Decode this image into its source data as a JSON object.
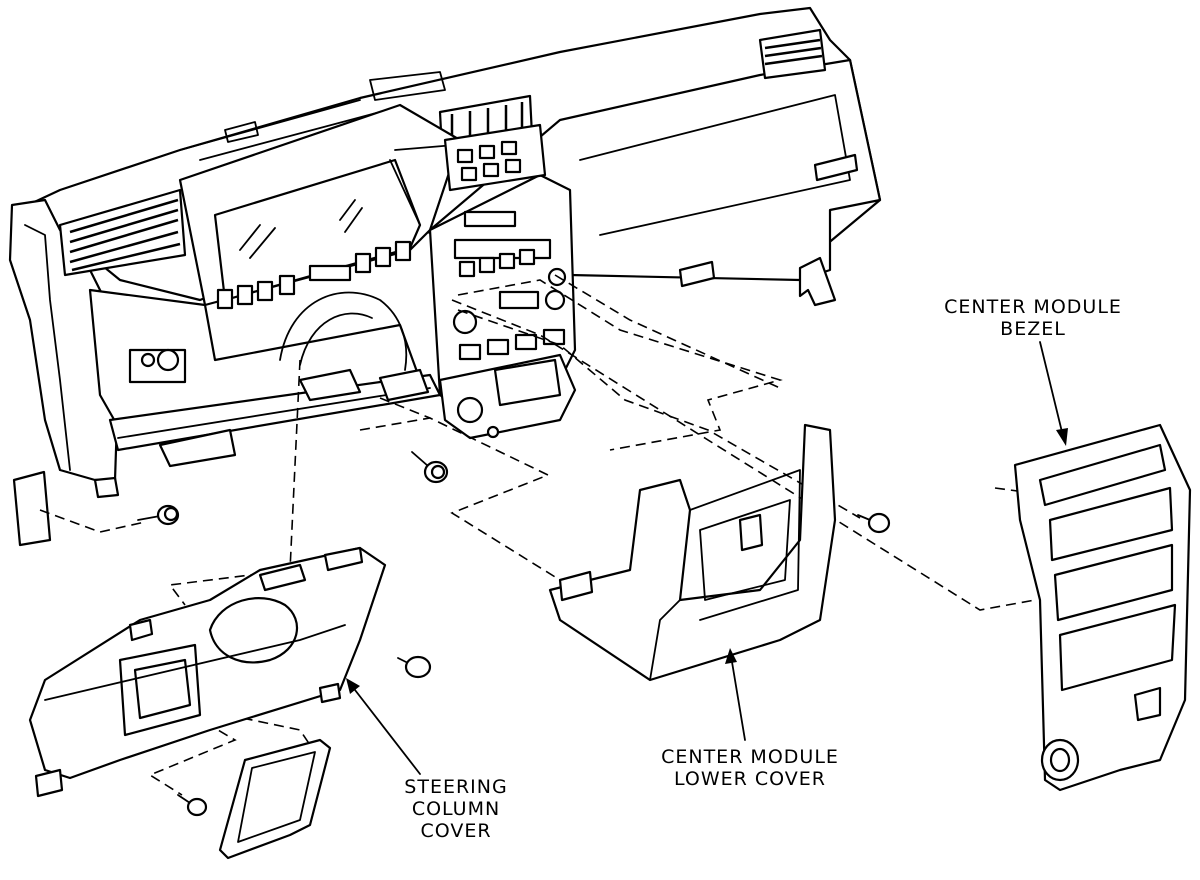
{
  "labels": {
    "center_module_bezel": [
      "CENTER MODULE",
      "BEZEL"
    ],
    "center_module_lower_cover": [
      "CENTER MODULE",
      "LOWER COVER"
    ],
    "steering_column_cover": [
      "STEERING",
      "COLUMN",
      "COVER"
    ]
  },
  "colors": {
    "line": "#000000",
    "background": "#ffffff"
  }
}
